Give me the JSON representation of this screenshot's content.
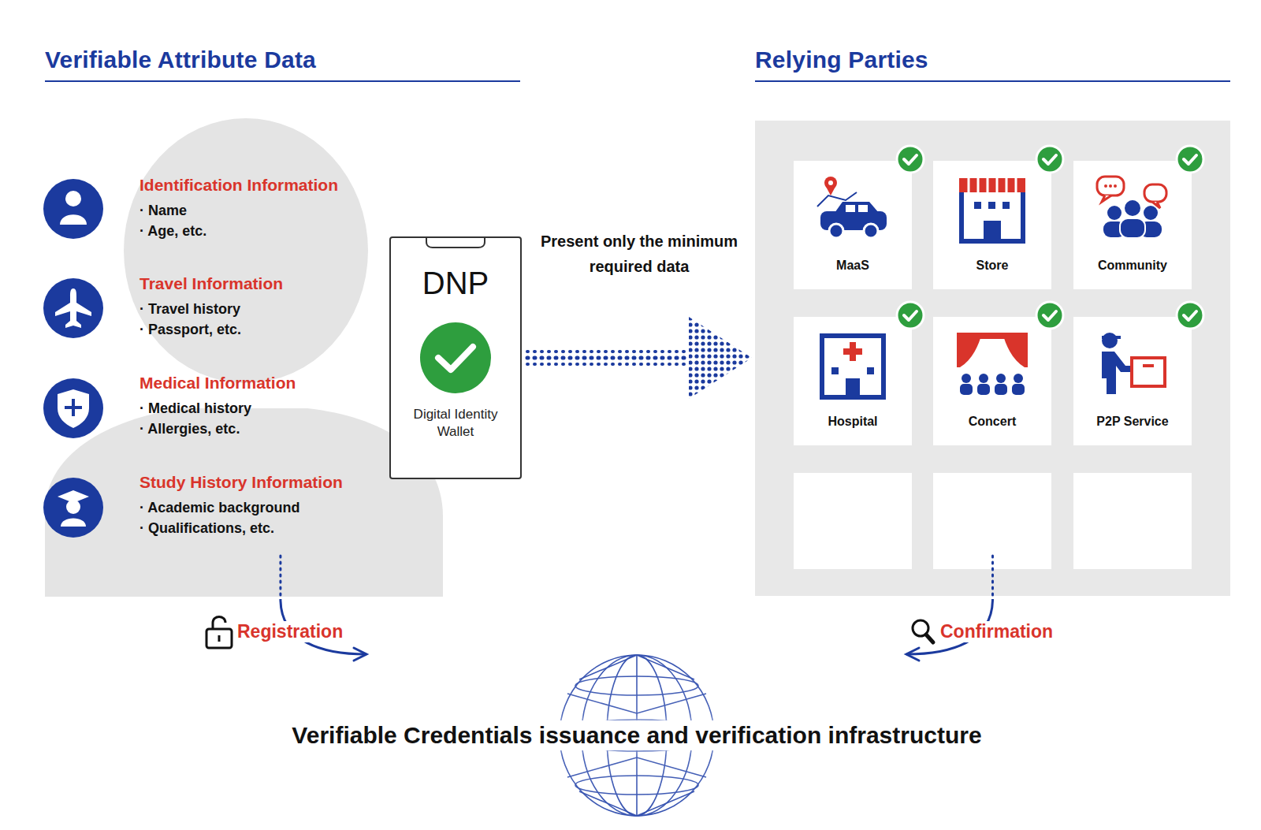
{
  "diagram": {
    "nodes": [
      {
        "text": [
          "Verifiable Attribute Data",
          "Identification Information",
          "· Name",
          "· Age, etc.",
          "Travel Information",
          "· Travel history",
          "· Passport, etc.",
          "Medical Information",
          "· Medical history",
          "· Allergies, etc.",
          "Study History Information",
          "· Academic background",
          "· Qualifications, etc."
        ]
      },
      {
        "text": [
          "DNP",
          "Digital Identity Wallet"
        ]
      },
      {
        "text": [
          "Relying Parties"
        ]
      },
      {
        "text": [
          "MaaS"
        ],
        "in": 2
      },
      {
        "text": [
          "Store"
        ],
        "in": 2
      },
      {
        "text": [
          "Community"
        ],
        "in": 2
      },
      {
        "text": [
          "Hospital"
        ],
        "in": 2
      },
      {
        "text": [
          "Concert"
        ],
        "in": 2
      },
      {
        "text": [
          "P2P Service"
        ],
        "in": 2
      },
      {
        "text": [
          "Verifiable Credentials issuance and verification infrastructure"
        ]
      }
    ],
    "edges": [
      {
        "from": 0,
        "to": 9,
        "label": "Registration",
        "arrow": "to"
      },
      {
        "from": 2,
        "to": 9,
        "label": "Confirmation",
        "arrow": "to"
      },
      {
        "from": 1,
        "to": 2,
        "label": "Present only the minimum required data",
        "arrow": "to"
      }
    ]
  }
}
